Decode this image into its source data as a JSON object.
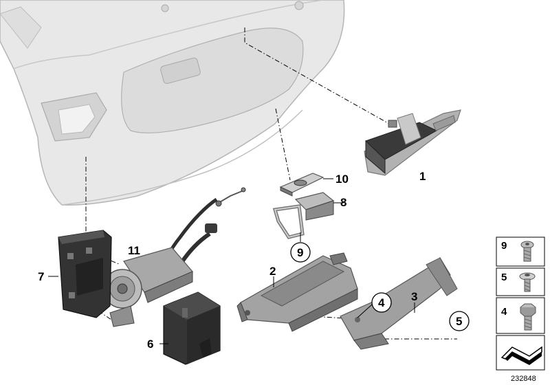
{
  "diagram": {
    "callouts": {
      "c1": "1",
      "c2": "2",
      "c3": "3",
      "c4": "4",
      "c5": "5",
      "c6": "6",
      "c7": "7",
      "c8": "8",
      "c9": "9",
      "c10": "10",
      "c11": "11"
    },
    "legend": {
      "items": [
        {
          "number": "9",
          "icon": "torx-bolt-icon"
        },
        {
          "number": "5",
          "icon": "flange-screw-icon"
        },
        {
          "number": "4",
          "icon": "hex-bolt-icon"
        }
      ],
      "footer_icon": "angled-arrow-icon"
    },
    "document_number": "232848",
    "colors": {
      "body": "#e6e6e6",
      "body_edge": "#b8b8b8",
      "part_grey": "#9a9a9a",
      "part_dark": "#3b3b3b",
      "ink": "#000000"
    }
  }
}
